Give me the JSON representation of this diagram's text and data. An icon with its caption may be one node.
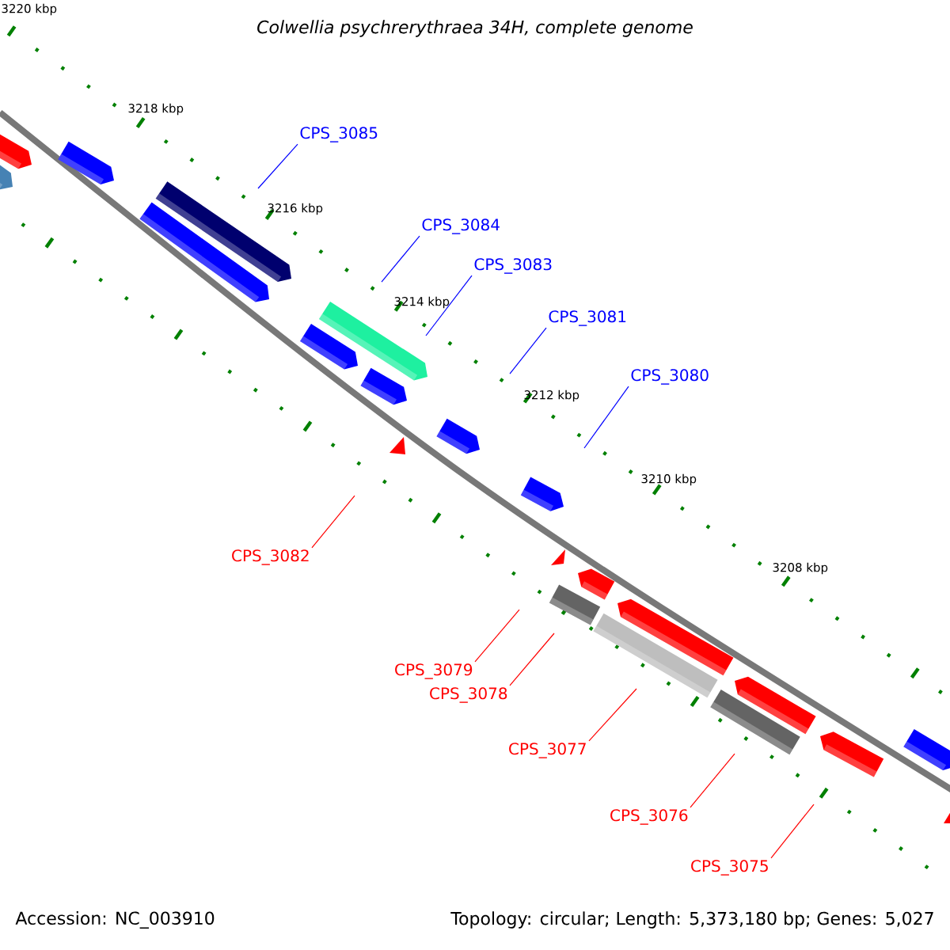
{
  "diagram": {
    "title": "Colwellia psychrerythraea 34H, complete genome",
    "nodes": [
      {
        "text": [
          "CPS_3085"
        ]
      },
      {
        "text": [
          "CPS_3084"
        ]
      },
      {
        "text": [
          "CPS_3083"
        ]
      },
      {
        "text": [
          "CPS_3081"
        ]
      },
      {
        "text": [
          "CPS_3080"
        ]
      },
      {
        "text": [
          "CPS_3082"
        ]
      },
      {
        "text": [
          "CPS_3079"
        ]
      },
      {
        "text": [
          "CPS_3078"
        ]
      },
      {
        "text": [
          "CPS_3077"
        ]
      },
      {
        "text": [
          "CPS_3076"
        ]
      },
      {
        "text": [
          "CPS_3075"
        ]
      }
    ],
    "edges": [
      {
        "from": 0,
        "to": null,
        "arrow": "none",
        "color": "#0000ff"
      },
      {
        "from": 1,
        "to": null,
        "arrow": "none",
        "color": "#0000ff"
      },
      {
        "from": 2,
        "to": null,
        "arrow": "none",
        "color": "#0000ff"
      },
      {
        "from": 3,
        "to": null,
        "arrow": "none",
        "color": "#0000ff"
      },
      {
        "from": 4,
        "to": null,
        "arrow": "none",
        "color": "#0000ff"
      },
      {
        "from": 5,
        "to": null,
        "arrow": "none"
      },
      {
        "from": 6,
        "to": null,
        "arrow": "none"
      },
      {
        "from": 7,
        "to": null,
        "arrow": "none"
      },
      {
        "from": 8,
        "to": null,
        "arrow": "none"
      },
      {
        "from": 9,
        "to": null,
        "arrow": "none"
      },
      {
        "from": 10,
        "to": null,
        "arrow": "none"
      }
    ],
    "labels": [
      "3220 kbp",
      "3218 kbp",
      "3216 kbp",
      "3214 kbp",
      "3212 kbp",
      "3210 kbp",
      "3208 kbp",
      "Accession: NC_003910",
      "Topology: circular; Length: 5,373,180 bp; Genes: 5,027"
    ]
  }
}
